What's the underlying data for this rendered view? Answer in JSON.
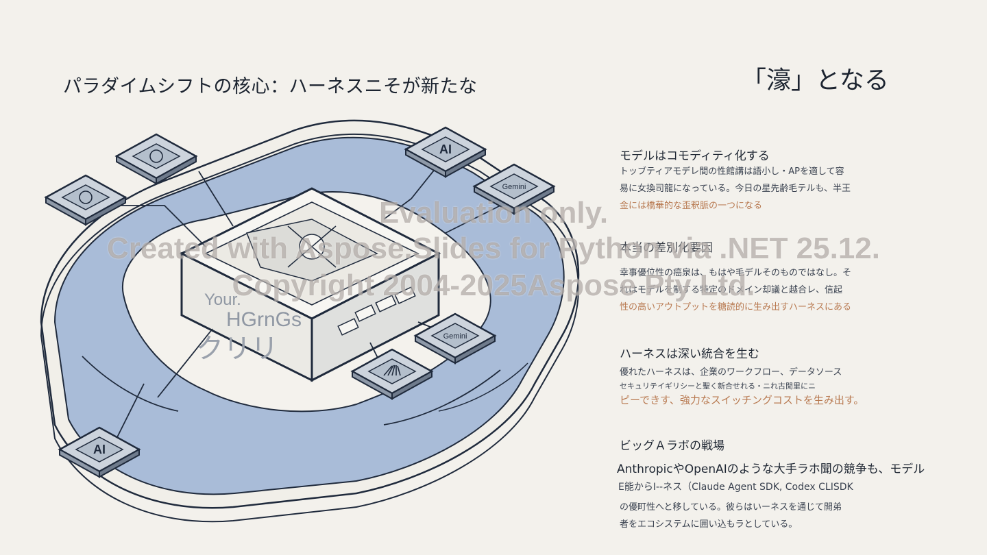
{
  "header": {
    "title_left": "パラダイムシフトの核心：ハーネスニそが新たな",
    "title_right": "「濠」となる"
  },
  "diagram": {
    "chip_labels": [
      "AI",
      "Gemini",
      "Gemini",
      "AI"
    ],
    "core_text": [
      "Your.",
      "HGrnGs",
      "クリリ"
    ]
  },
  "sections": [
    {
      "heading": "モデルはコモディティ化する",
      "lines": [
        "トッブティアモデレ間の性館講は語小し・APを適して容",
        "易に女換司龍になっている。今日の星先齢毛テルも、半王",
        "金には橋華的な歪釈脈の一つになる"
      ]
    },
    {
      "heading": "本当の差別化要因",
      "lines": [
        "幸事優位性の癌泉は、もはや毛デルそのものではなし。そ",
        "れはモデルを制する特定のドメイン却議と越合レ、信起",
        "性の高いアウトプットを糖読的に生み出すハーネスにある"
      ]
    },
    {
      "heading": "ハーネスは深い統合を生む",
      "lines": [
        "優れたハーネスは、企業のワークフロー、データソース",
        "セキュリテイギリシーと聖く新合せれる・ニれ古閒里にニ",
        "ピーできす、強力なスイッチングコストを生み出す。"
      ]
    },
    {
      "heading": "ビッグＡラボの戦場",
      "lines": [
        "AnthropicやOpenAIのような大手ラホ聞の競争も、モデル",
        "E能からI--ネス（Claude Agent SDK, Codex CLISDK",
        "の優町性へと移している。彼らはいーネスを通じて開弟",
        "者をエコシステムに囲い込もラとしている。"
      ]
    }
  ],
  "watermark": {
    "line1": "Evaluation only.",
    "line2": "Created with Aspose.Slides for Python via .NET 25.12.",
    "line3": "Copyright 2004-2025Aspose Pty Ltd."
  },
  "colors": {
    "background": "#f3f1ec",
    "moat_blue": "#a9bcd8",
    "ink": "#1f2a3c",
    "accent": "#b87950"
  }
}
